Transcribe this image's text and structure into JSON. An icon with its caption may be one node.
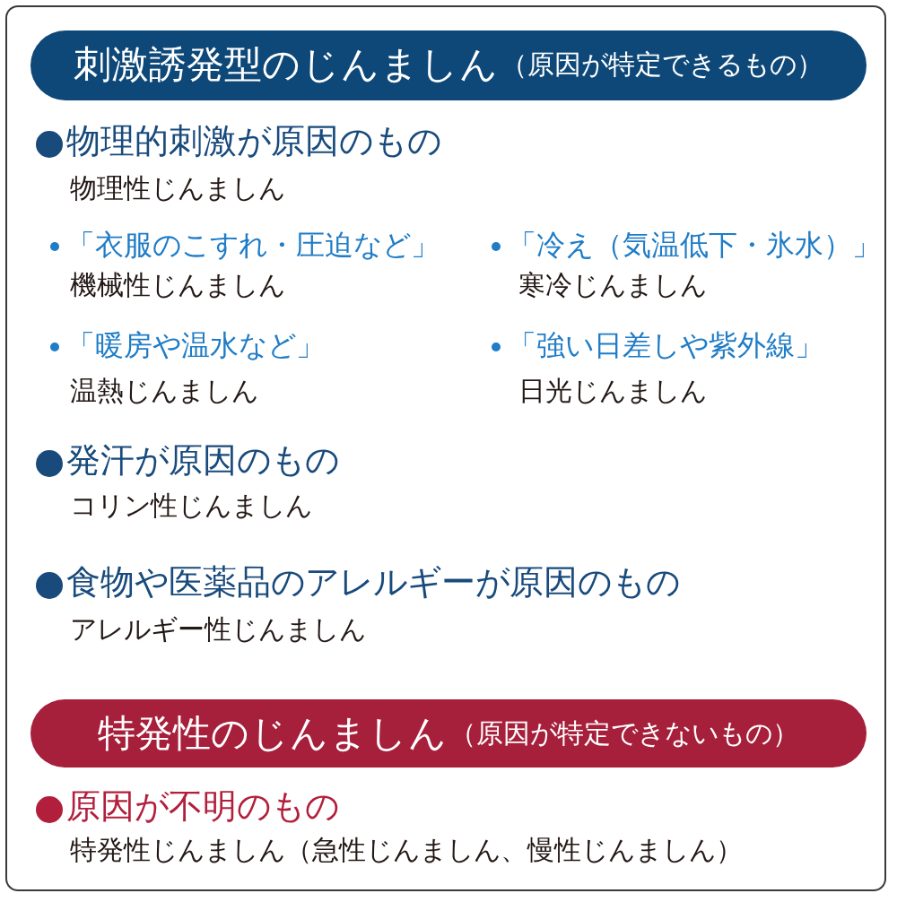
{
  "diagram": {
    "nodes": [
      {
        "text": [
          "刺激誘発型のじんましん",
          "（原因が特定できるもの）"
        ]
      },
      {
        "text": [
          "特発性のじんましん",
          "（原因が特定できないもの）"
        ]
      }
    ],
    "labels": [
      "物理的刺激が原因のもの",
      "物理性じんましん",
      "「衣服のこすれ・圧迫など」",
      "「冷え（気温低下・氷水）」",
      "機械性じんましん",
      "寒冷じんましん",
      "「暖房や温水など」",
      "「強い日差しや紫外線」",
      "温熱じんましん",
      "日光じんましん",
      "発汗が原因のもの",
      "コリン性じんましん",
      "食物や医薬品のアレルギーが原因のもの",
      "アレルギー性じんましん",
      "原因が不明のもの",
      "特発性じんましん（急性じんましん、慢性じんましん）"
    ]
  }
}
